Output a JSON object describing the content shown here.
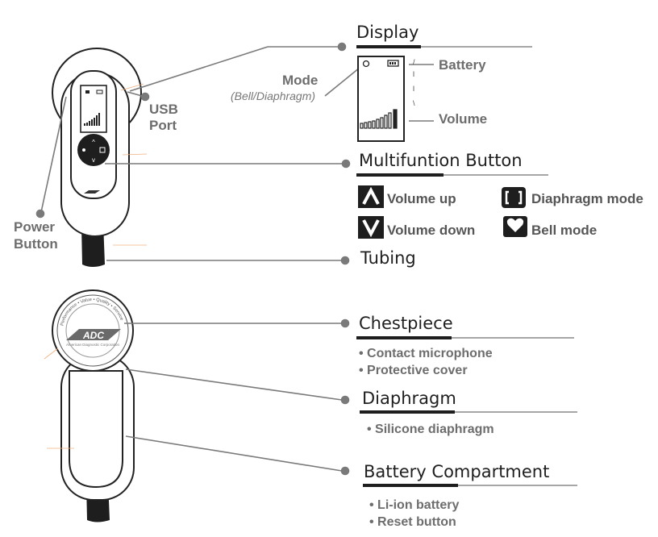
{
  "headings": {
    "display": "Display",
    "multifunction": "Multifuntion Button",
    "tubing": "Tubing",
    "chestpiece": "Chestpiece",
    "diaphragm": "Diaphragm",
    "battery_compartment": "Battery Compartment"
  },
  "callouts": {
    "mode": "Mode",
    "mode_sub": "(Bell/Diaphragm)",
    "battery": "Battery",
    "volume": "Volume",
    "usb": "USB",
    "port": "Port",
    "power": "Power",
    "button": "Button"
  },
  "legend": {
    "volume_up": "Volume up",
    "volume_down": "Volume down",
    "diaphragm_mode": "Diaphragm mode",
    "bell_mode": "Bell mode"
  },
  "lists": {
    "chestpiece": [
      "Contact microphone",
      "Protective cover"
    ],
    "diaphragm": [
      "Silicone diaphragm"
    ],
    "battery": [
      "Li-ion battery",
      "Reset button"
    ]
  },
  "device": {
    "brand": "ADC",
    "ring_text": "Performance • Value • Quality • Service",
    "sub_brand": "American Diagnostic Corporation"
  },
  "colors": {
    "line": "#7a7a7a",
    "dark": "#1e1e1e",
    "text": "#6d6d6d"
  },
  "icons": [
    "chevron-up-icon",
    "chevron-down-icon",
    "diaphragm-mode-icon",
    "heart-icon"
  ]
}
